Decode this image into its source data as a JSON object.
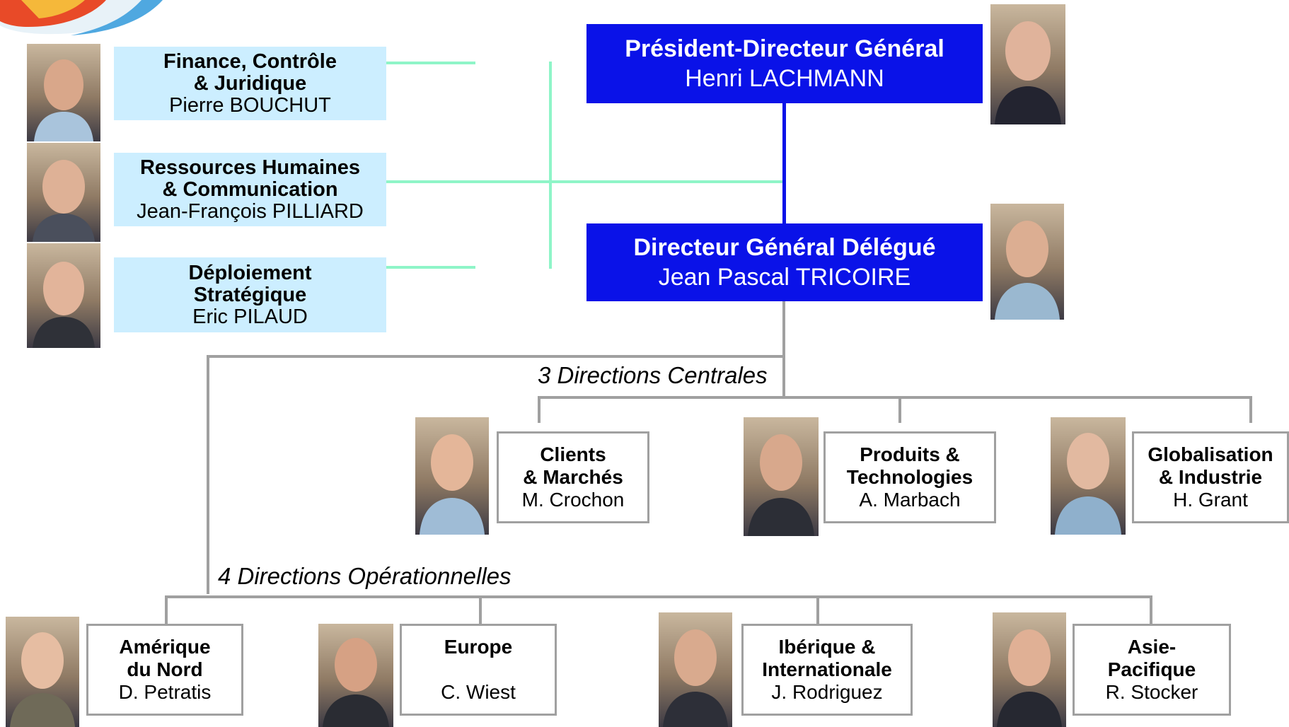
{
  "staff": [
    {
      "title": "Finance, Contrôle\n& Juridique",
      "name": "Pierre BOUCHUT"
    },
    {
      "title": "Ressources Humaines\n& Communication",
      "name": "Jean-François PILLIARD"
    },
    {
      "title": "Déploiement\nStratégique",
      "name": "Eric PILAUD"
    }
  ],
  "ceo": {
    "title": "Président-Directeur Général",
    "name": "Henri LACHMANN"
  },
  "deputy": {
    "title": "Directeur Général Délégué",
    "name": "Jean Pascal TRICOIRE"
  },
  "central": {
    "caption": "3 Directions Centrales",
    "units": [
      {
        "title": "Clients\n& Marchés",
        "name": "M. Crochon"
      },
      {
        "title": "Produits &\nTechnologies",
        "name": "A. Marbach"
      },
      {
        "title": "Globalisation\n& Industrie",
        "name": "H. Grant"
      }
    ]
  },
  "operational": {
    "caption": "4 Directions Opérationnelles",
    "units": [
      {
        "title": "Amérique\ndu Nord",
        "name": "D. Petratis"
      },
      {
        "title": "Europe",
        "name": "C. Wiest"
      },
      {
        "title": "Ibérique &\nInternationale",
        "name": "J. Rodriguez"
      },
      {
        "title": "Asie-\nPacifique",
        "name": "R. Stocker"
      }
    ]
  },
  "colors": {
    "exec_box": "#0a12e8",
    "staff_box": "#cceeff",
    "staff_line": "#8ff5c8",
    "tree_line": "#a0a0a0"
  }
}
